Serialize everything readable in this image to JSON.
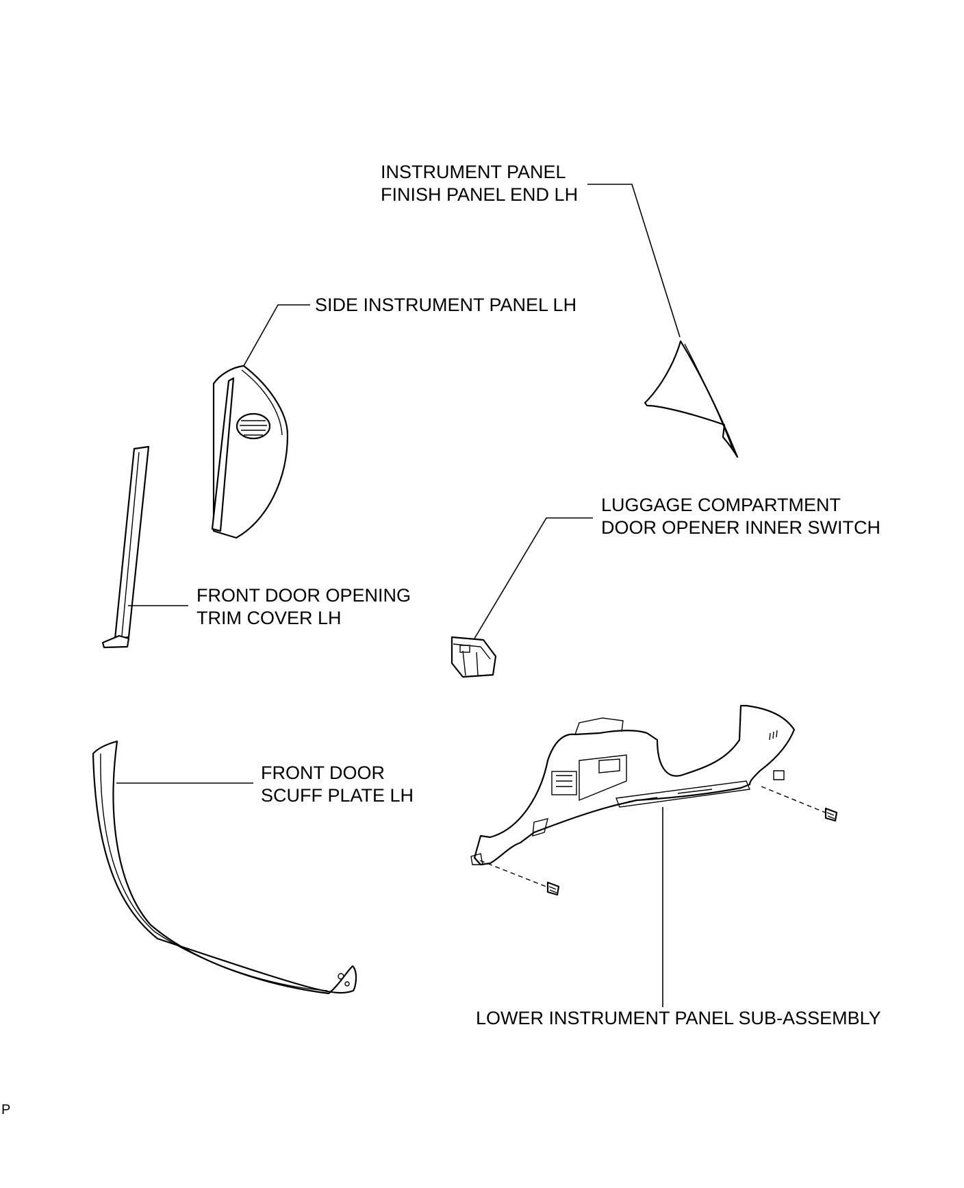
{
  "labels": {
    "finish_panel_end": [
      "INSTRUMENT PANEL",
      "FINISH PANEL END LH"
    ],
    "side_instrument_panel": [
      "SIDE INSTRUMENT PANEL LH"
    ],
    "luggage_switch": [
      "LUGGAGE COMPARTMENT",
      "DOOR OPENER INNER SWITCH"
    ],
    "opening_trim_cover": [
      "FRONT DOOR OPENING",
      "TRIM COVER LH"
    ],
    "scuff_plate": [
      "FRONT DOOR",
      "SCUFF PLATE LH"
    ],
    "lower_instrument_panel": [
      "LOWER INSTRUMENT PANEL SUB-ASSEMBLY"
    ]
  },
  "figure_code": "P"
}
